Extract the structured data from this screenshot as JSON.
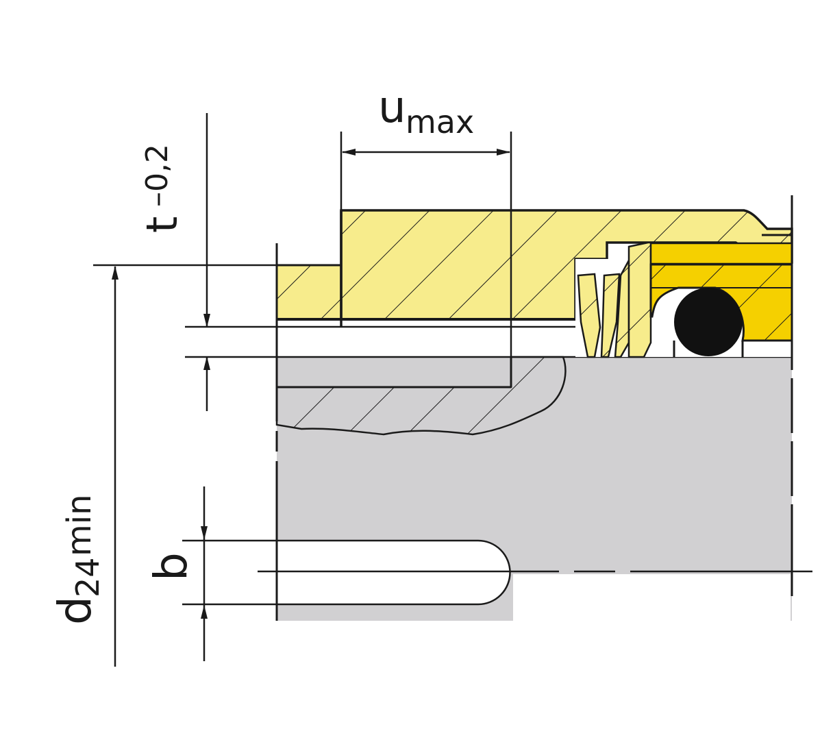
{
  "labels": {
    "u_main": "u",
    "u_sub": "max",
    "t_main": "t",
    "t_tol": "–0,2",
    "b": "b",
    "d_main": "d",
    "d_sub": "24",
    "d_suffix": "min"
  },
  "colors": {
    "housing": "#f7ec8c",
    "housing_dark": "#f5d000",
    "shaft": "#d1d0d2",
    "line": "#1a1a1a",
    "oring": "#111111"
  }
}
